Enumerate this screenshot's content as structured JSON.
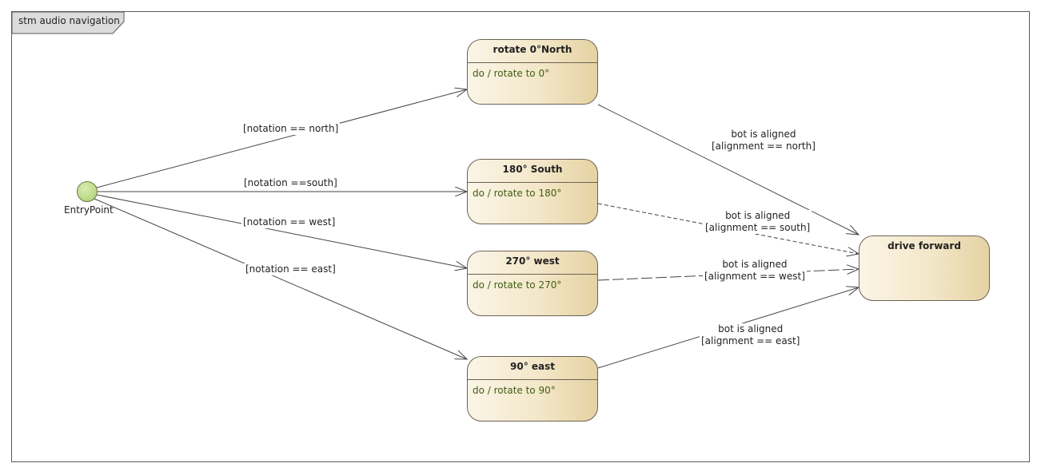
{
  "diagram": {
    "frame_title": "stm audio navigation",
    "entry": {
      "label": "EntryPoint"
    },
    "states": {
      "north": {
        "name": "rotate 0°North",
        "activity": "do / rotate to 0°"
      },
      "south": {
        "name": "180° South",
        "activity": "do / rotate to 180°"
      },
      "west": {
        "name": "270° west",
        "activity": "do / rotate to 270°"
      },
      "east": {
        "name": "90° east",
        "activity": "do / rotate to 90°"
      },
      "drive": {
        "name": "drive forward"
      }
    },
    "guards": {
      "north": "[notation == north]",
      "south": "[notation ==south]",
      "west": "[notation == west]",
      "east": "[notation == east]"
    },
    "aligned": {
      "north": {
        "event": "bot is aligned",
        "guard": "[alignment == north]"
      },
      "south": {
        "event": "bot is aligned",
        "guard": "[alignment == south]"
      },
      "west": {
        "event": "bot is aligned",
        "guard": "[alignment == west]"
      },
      "east": {
        "event": "bot is aligned",
        "guard": "[alignment == east]"
      }
    }
  }
}
